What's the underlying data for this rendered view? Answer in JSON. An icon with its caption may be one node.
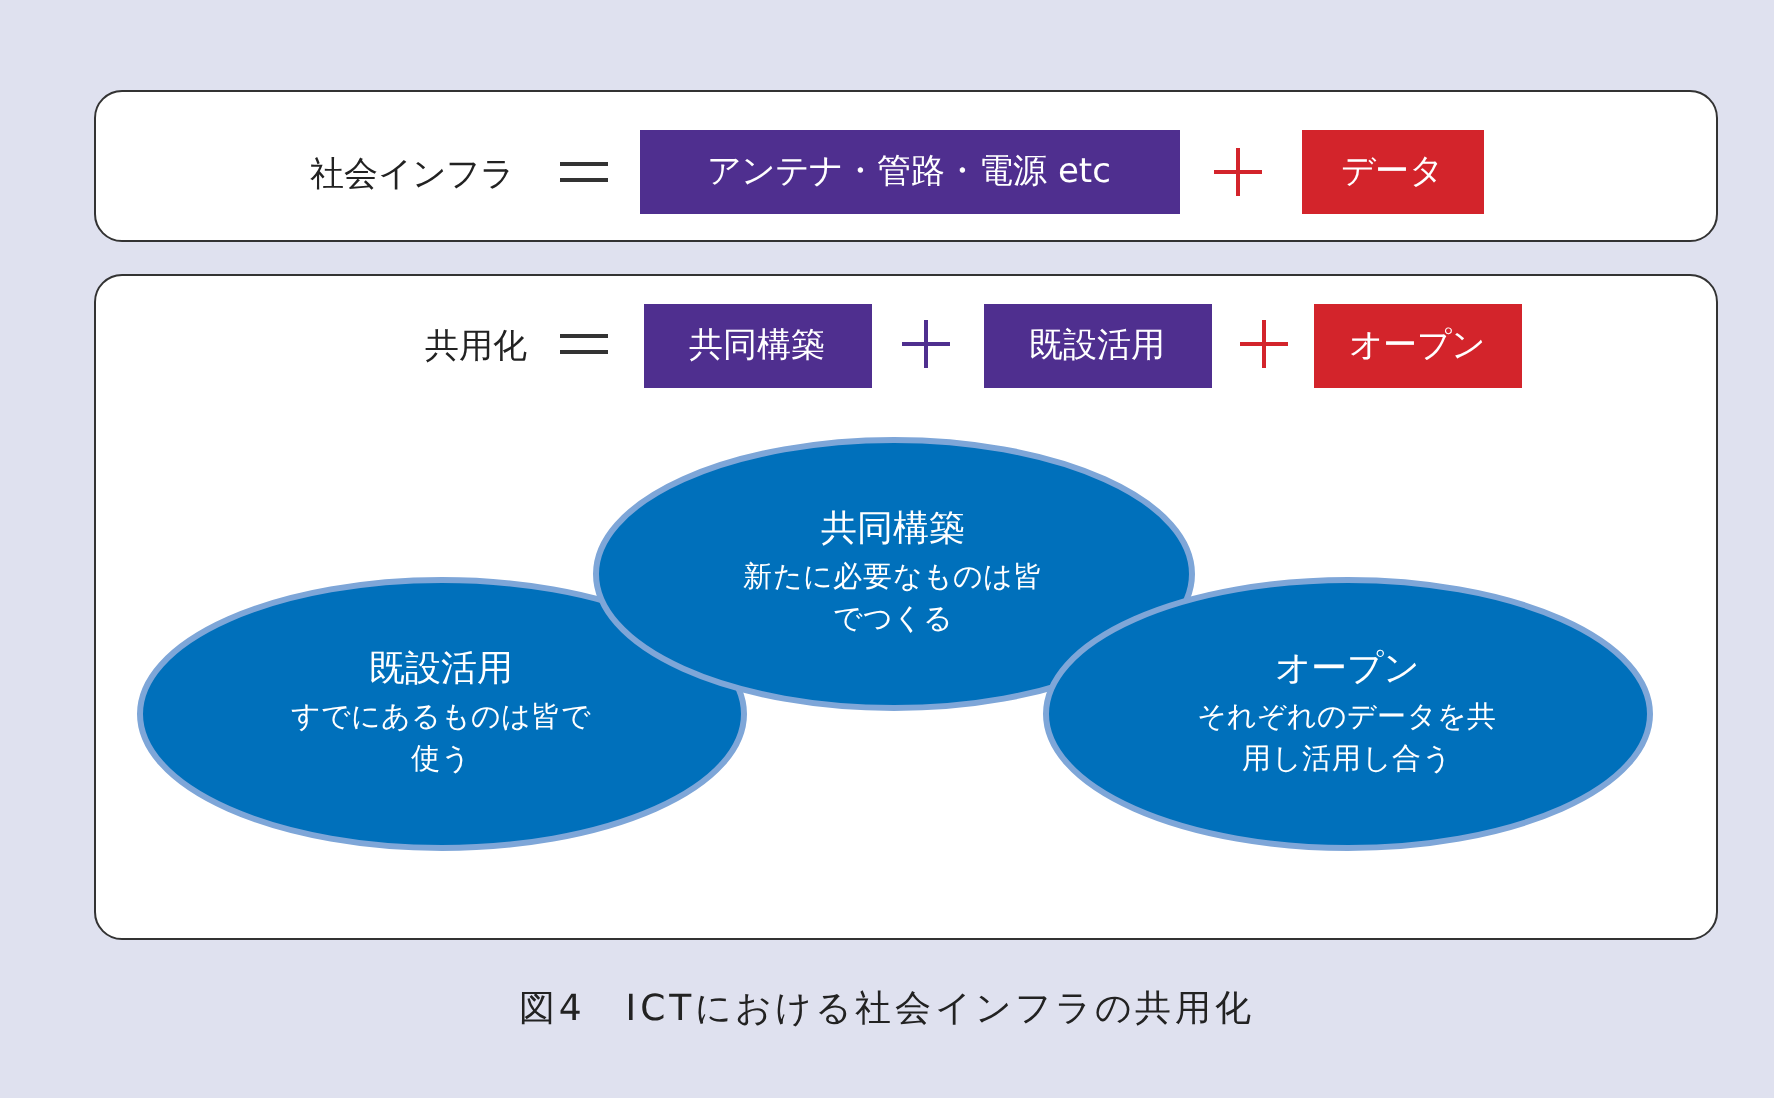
{
  "diagram": {
    "caption": "図4　ICTにおける社会インフラの共用化",
    "nodes": [
      {
        "text": [
          "社会インフラ"
        ]
      },
      {
        "text": [
          "アンテナ・管路・電源 etc"
        ],
        "in": 0
      },
      {
        "text": [
          "データ"
        ],
        "in": 0
      },
      {
        "text": [
          "共用化"
        ]
      },
      {
        "text": [
          "共同構築"
        ],
        "in": 3
      },
      {
        "text": [
          "既設活用"
        ],
        "in": 3
      },
      {
        "text": [
          "オープン"
        ],
        "in": 3
      },
      {
        "text": [
          "既設活用",
          "すでにあるものは皆で使う"
        ],
        "in": 3
      },
      {
        "text": [
          "共同構築",
          "新たに必要なものは皆でつくる"
        ],
        "in": 3
      },
      {
        "text": [
          "オープン",
          "それぞれのデータを共用し活用し合う"
        ],
        "in": 3
      }
    ],
    "edges": []
  }
}
